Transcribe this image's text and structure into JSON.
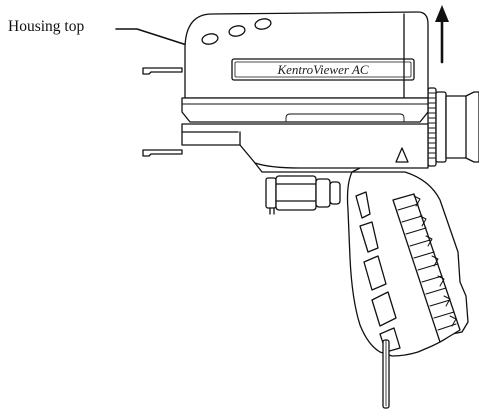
{
  "callout": {
    "label": "Housing top"
  },
  "device": {
    "brand_text": "KentroViewer AC"
  },
  "arrow": {
    "direction": "up"
  },
  "colors": {
    "line": "#111111",
    "background": "#ffffff",
    "shade": "#e8e8e8"
  }
}
